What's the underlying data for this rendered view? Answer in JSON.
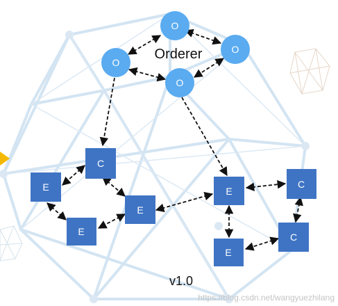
{
  "group_label": "Orderer",
  "version_label": "v1.0",
  "watermark": "https://blog.csdn.net/wangyuezhilang",
  "orderer_nodes": [
    "O",
    "O",
    "O",
    "O"
  ],
  "committer_nodes": [
    "C",
    "C",
    "C"
  ],
  "endorser_nodes": [
    "E",
    "E",
    "E",
    "E",
    "E"
  ],
  "colors": {
    "orderer_fill": "#5aabf0",
    "peer_fill": "#3f74c4",
    "node_text": "#ffffff",
    "arrow": "#111111",
    "background_mesh": "#cfe1f0",
    "accent_pointer": "#f5b800"
  }
}
